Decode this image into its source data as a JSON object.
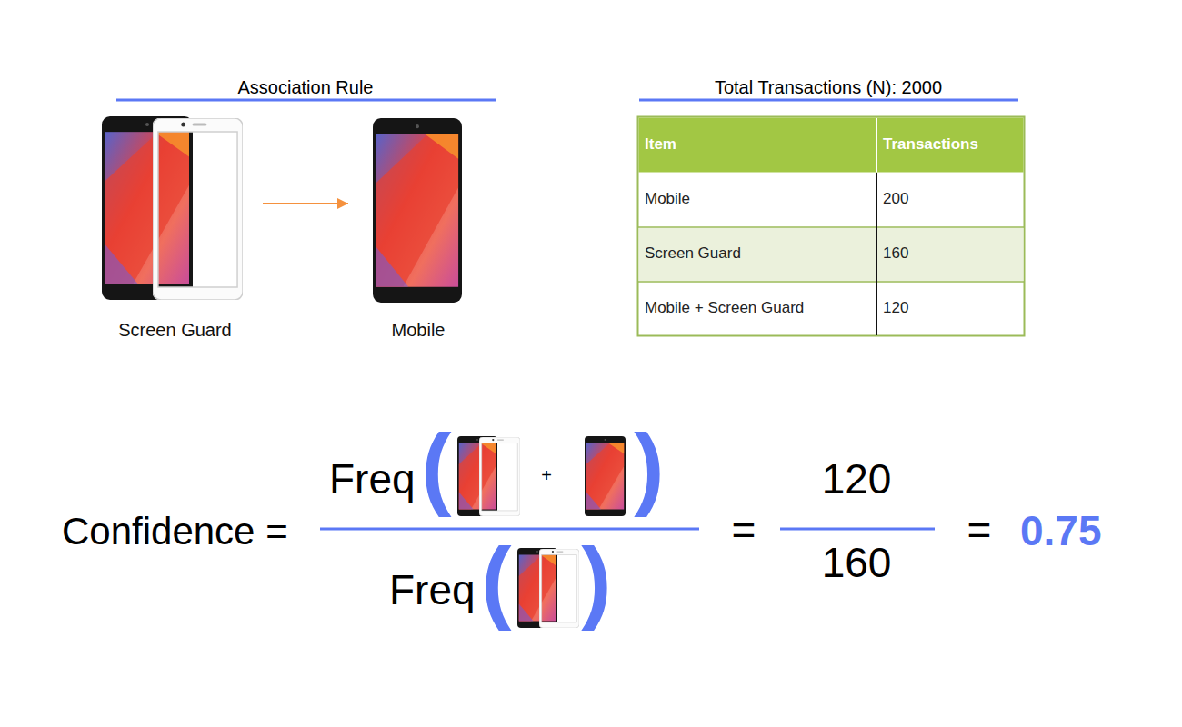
{
  "diagram": {
    "nodes": [
      {
        "text": [
          "Screen Guard"
        ]
      },
      {
        "text": [
          "Mobile"
        ]
      }
    ],
    "edges": [
      {
        "from": 0,
        "to": 1,
        "arrow": "to"
      }
    ],
    "labels": [
      "Association Rule",
      "Total Transactions (N): 2000",
      "Item",
      "Transactions",
      "Mobile",
      "200",
      "Screen Guard",
      "160",
      "Mobile + Screen Guard",
      "120",
      "Confidence =",
      "Freq",
      "(",
      "+",
      ")",
      "Freq",
      "(",
      ")",
      "=",
      "120",
      "160",
      "=",
      "0.75"
    ]
  }
}
